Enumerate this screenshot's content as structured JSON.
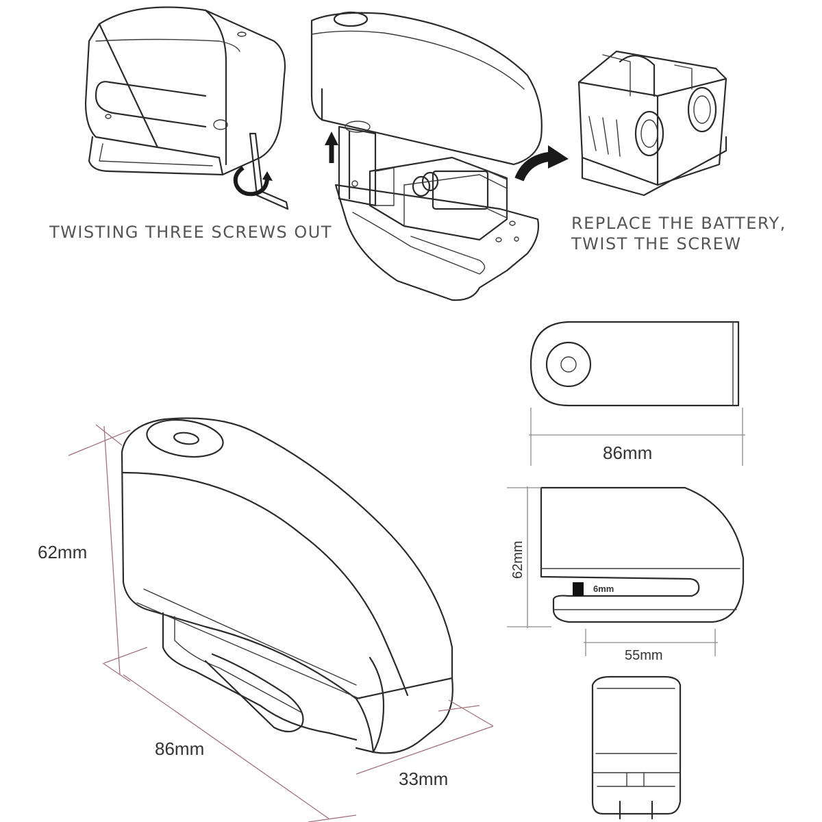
{
  "captions": {
    "step1": "TWISTING THREE SCREWS OUT",
    "step2_line1": "REPLACE THE BATTERY,",
    "step2_line2": "TWIST THE SCREW"
  },
  "dimensions": {
    "iso_height": "62mm",
    "iso_length": "86mm",
    "iso_width": "33mm",
    "top_length": "86mm",
    "side_height": "62mm",
    "pin": "6mm",
    "slot": "55mm"
  },
  "icons": [
    "rotate-arrow-icon",
    "up-arrow-icon",
    "curved-arrow-icon"
  ],
  "colors": {
    "line": "#2b2b2b",
    "dimension_line": "#a3727a",
    "caption": "#555555"
  }
}
